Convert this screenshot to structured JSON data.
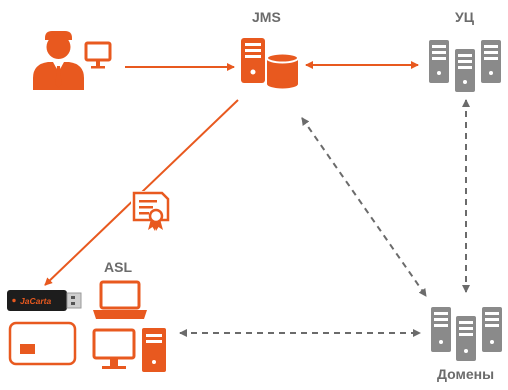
{
  "colors": {
    "accent": "#e8591f",
    "server_gray": "#8a8a8a",
    "label_gray": "#6b6b6b",
    "dashed_arrow": "#6b6b6b"
  },
  "labels": {
    "jms": "JMS",
    "ca": "УЦ",
    "asl": "ASL",
    "domains": "Домены",
    "token_brand": "JaCarta"
  },
  "nodes": [
    {
      "id": "user",
      "icon": "user-with-monitor-icon"
    },
    {
      "id": "jms",
      "icon": "server-with-database-icon"
    },
    {
      "id": "ca",
      "icon": "server-rack-icon"
    },
    {
      "id": "certificate",
      "icon": "certificate-icon"
    },
    {
      "id": "token",
      "icon": "usb-token-icon"
    },
    {
      "id": "smartcard",
      "icon": "smart-card-icon"
    },
    {
      "id": "laptop",
      "icon": "laptop-icon"
    },
    {
      "id": "desktop",
      "icon": "desktop-computer-icon"
    },
    {
      "id": "domains",
      "icon": "server-rack-icon"
    }
  ],
  "edges": [
    {
      "from": "user",
      "to": "jms",
      "style": "solid",
      "direction": "forward"
    },
    {
      "from": "jms",
      "to": "ca",
      "style": "solid",
      "direction": "both"
    },
    {
      "from": "jms",
      "to": "token",
      "style": "solid",
      "direction": "forward"
    },
    {
      "from": "jms",
      "to": "domains",
      "style": "dashed",
      "direction": "both"
    },
    {
      "from": "ca",
      "to": "domains",
      "style": "dashed",
      "direction": "both"
    },
    {
      "from": "desktop",
      "to": "domains",
      "style": "dashed",
      "direction": "both"
    }
  ]
}
